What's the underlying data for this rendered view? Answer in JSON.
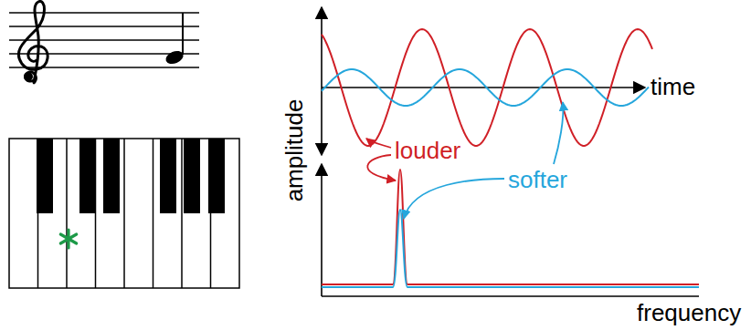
{
  "diagram": {
    "labels": [
      "amplitude",
      "time",
      "louder",
      "softer",
      "frequency"
    ]
  }
}
